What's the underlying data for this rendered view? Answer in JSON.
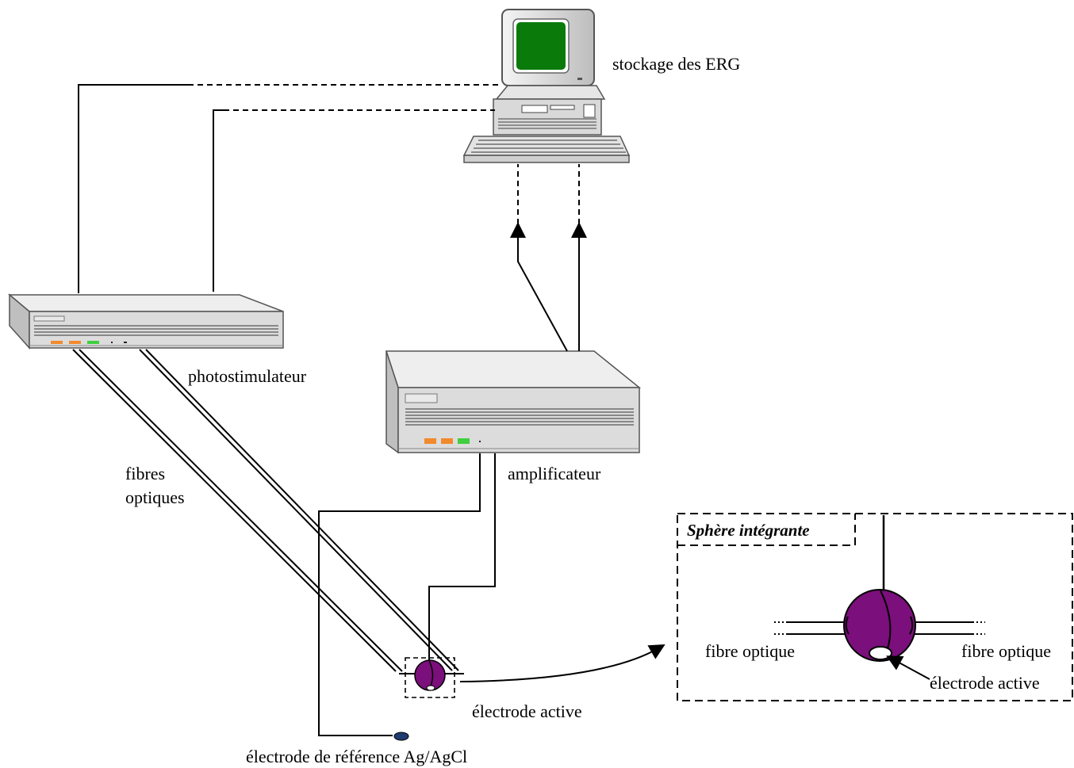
{
  "labels": {
    "storage": "stockage des ERG",
    "photostimulator": "photostimulateur",
    "amplifier": "amplificateur",
    "fibres_line1": "fibres",
    "fibres_line2": "optiques",
    "active_electrode": "électrode active",
    "reference_electrode": "électrode de référence Ag/AgCl"
  },
  "inset": {
    "title": "Sphère intégrante",
    "fibre_left": "fibre optique",
    "fibre_right": "fibre optique",
    "active_electrode": "électrode active"
  },
  "colors": {
    "sphere": "#7b0f7b",
    "screen": "#0a7a0a",
    "device_body": "#d9d9d9",
    "led_orange": "#f08a2c",
    "led_green": "#3fcf3f"
  }
}
